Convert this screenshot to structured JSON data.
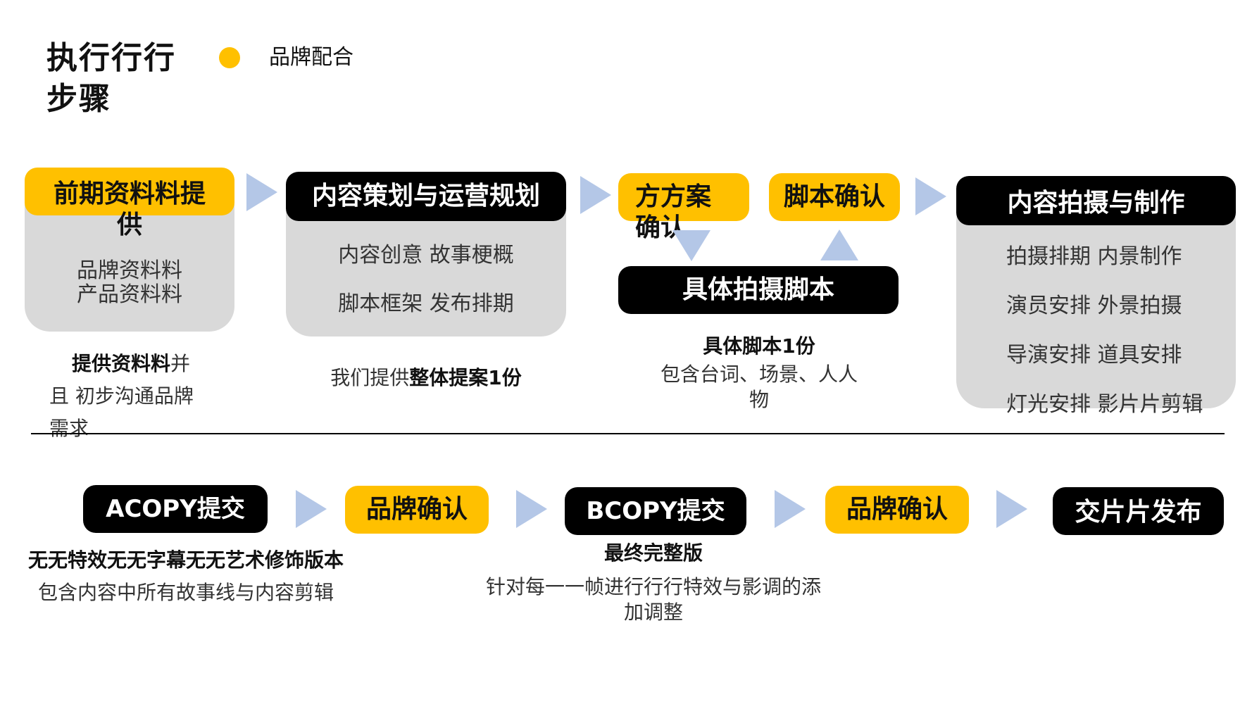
{
  "title": "执行行行步骤",
  "legend": {
    "label": "品牌配合",
    "color": "#FFC000"
  },
  "colors": {
    "yellow": "#FFC000",
    "black": "#000000",
    "gray": "#D9D9D9",
    "arrow": "#B4C7E7"
  },
  "row1": {
    "step1": {
      "label": "前期资料料提供",
      "items": [
        "品牌资料料",
        "产品资料料"
      ],
      "note_bold": "提供资料料",
      "note_rest": "并",
      "note_lines": [
        "且 初步沟通品牌",
        "需求"
      ]
    },
    "step2": {
      "label": "内容策划与运营规划",
      "items": [
        "内容创意 故事梗概",
        "脚本框架 发布排期"
      ],
      "note_plain": "我们提供",
      "note_bold": "整体提案1份"
    },
    "step3": {
      "label_a": "方方案确认",
      "label_b": "脚本确认",
      "label_c": "具体拍摄脚本",
      "note_bold": "具体脚本1份",
      "note_lines": [
        "包含台词、场景、人人",
        "物"
      ]
    },
    "step4": {
      "label": "内容拍摄与制作",
      "items": [
        "拍摄排期 内景制作",
        "演员安排 外景拍摄",
        "导演安排 道具安排",
        "灯光安排 影片片剪辑"
      ]
    }
  },
  "row2": {
    "s1": {
      "label": "ACOPY提交",
      "note_bold": "无无特效无无字幕无无艺术修饰版本",
      "note": "包含内容中所有故事线与内容剪辑"
    },
    "s2": {
      "label": "品牌确认"
    },
    "s3": {
      "label": "BCOPY提交",
      "note_bold": "最终完整版",
      "note": "针对每一一帧进行行行特效与影调的添加调整"
    },
    "s4": {
      "label": "品牌确认"
    },
    "s5": {
      "label": "交片片发布"
    }
  }
}
